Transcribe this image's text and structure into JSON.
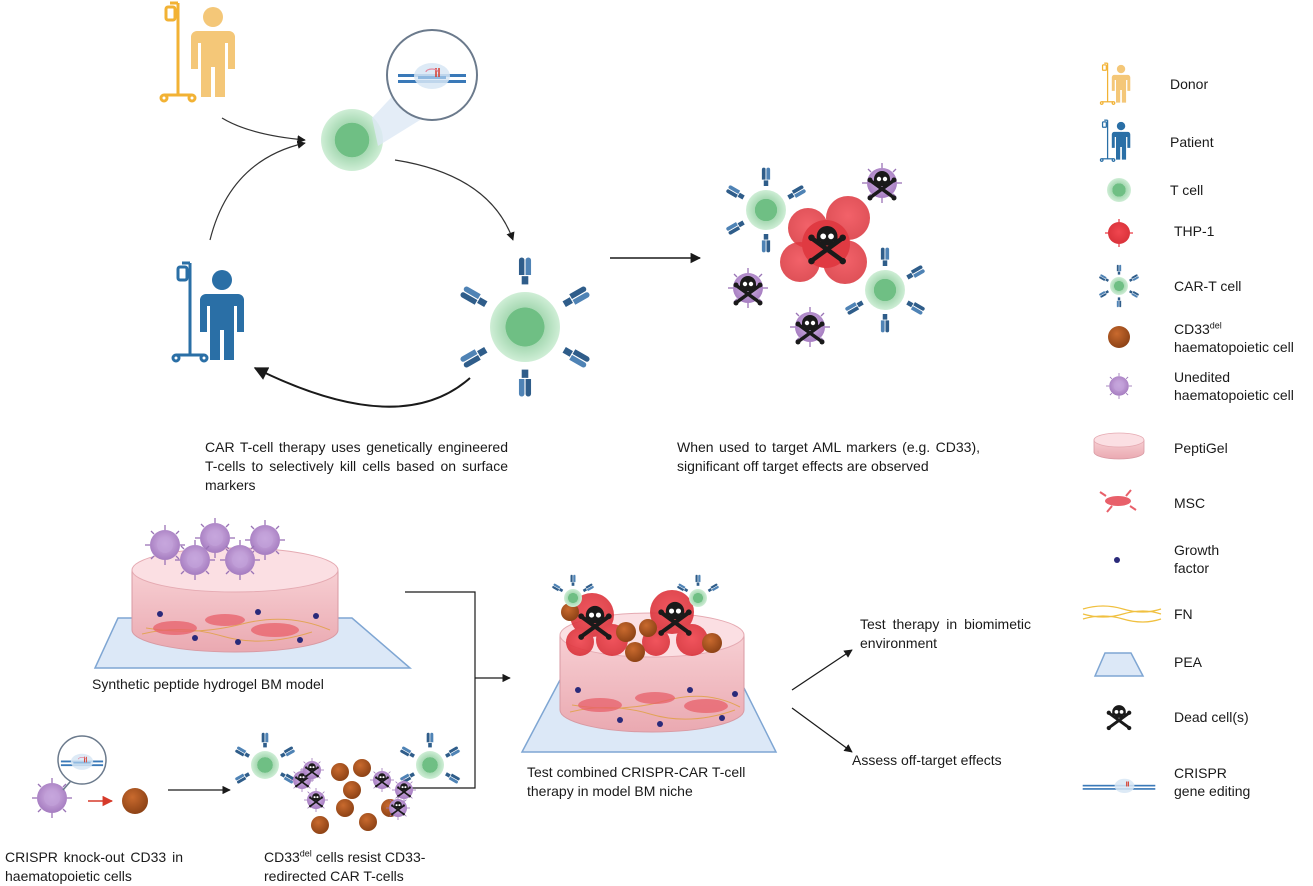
{
  "captions": {
    "car_t_intro": "CAR T-cell therapy uses genetically engineered T-cells to selectively kill cells based on surface markers",
    "off_target": "When used to target AML markers (e.g. CD33), significant off target effects are observed",
    "hydrogel_model": "Synthetic peptide hydrogel BM model",
    "combined_test": "Test combined CRISPR-CAR T-cell therapy in model BM niche",
    "test_therapy": "Test therapy in biomimetic environment",
    "assess_off_target": "Assess off-target effects",
    "crispr_knockout": "CRISPR knock-out CD33 in haematopoietic cells",
    "cd33del_resist_pre": "CD33",
    "cd33del_resist_sup": "del",
    "cd33del_resist_post": " cells resist CD33-redirected CAR T-cells"
  },
  "legend": {
    "donor": "Donor",
    "patient": "Patient",
    "t_cell": "T cell",
    "thp1": "THP-1",
    "car_t_cell": "CAR-T cell",
    "cd33del_base": "CD33",
    "cd33del_sup": "del",
    "cd33del_rest": "haematopoietic cell",
    "unedited_1": "Unedited",
    "unedited_2": "haematopoietic cell",
    "peptigel": "PeptiGel",
    "msc": "MSC",
    "growth_factor_1": "Growth",
    "growth_factor_2": "factor",
    "fn": "FN",
    "pea": "PEA",
    "dead_cells": "Dead cell(s)",
    "crispr_1": "CRISPR",
    "crispr_2": "gene editing"
  },
  "colors": {
    "donor": "#f2b234",
    "donor_skin": "#f4c778",
    "patient": "#2a6fa6",
    "t_cell_outer": "#bfe3c6",
    "t_cell_inner": "#6fbf84",
    "thp1": "#e8323c",
    "car_receptor": "#2f5d8a",
    "cd33del": "#a9521c",
    "unedited": "#b894cf",
    "peptigel": "#f3c6cc",
    "msc": "#e8606a",
    "growth_factor": "#2a2a7a",
    "fn": "#f0c040",
    "pea": "#cfe0f4",
    "skull": "#1a1a1a"
  }
}
